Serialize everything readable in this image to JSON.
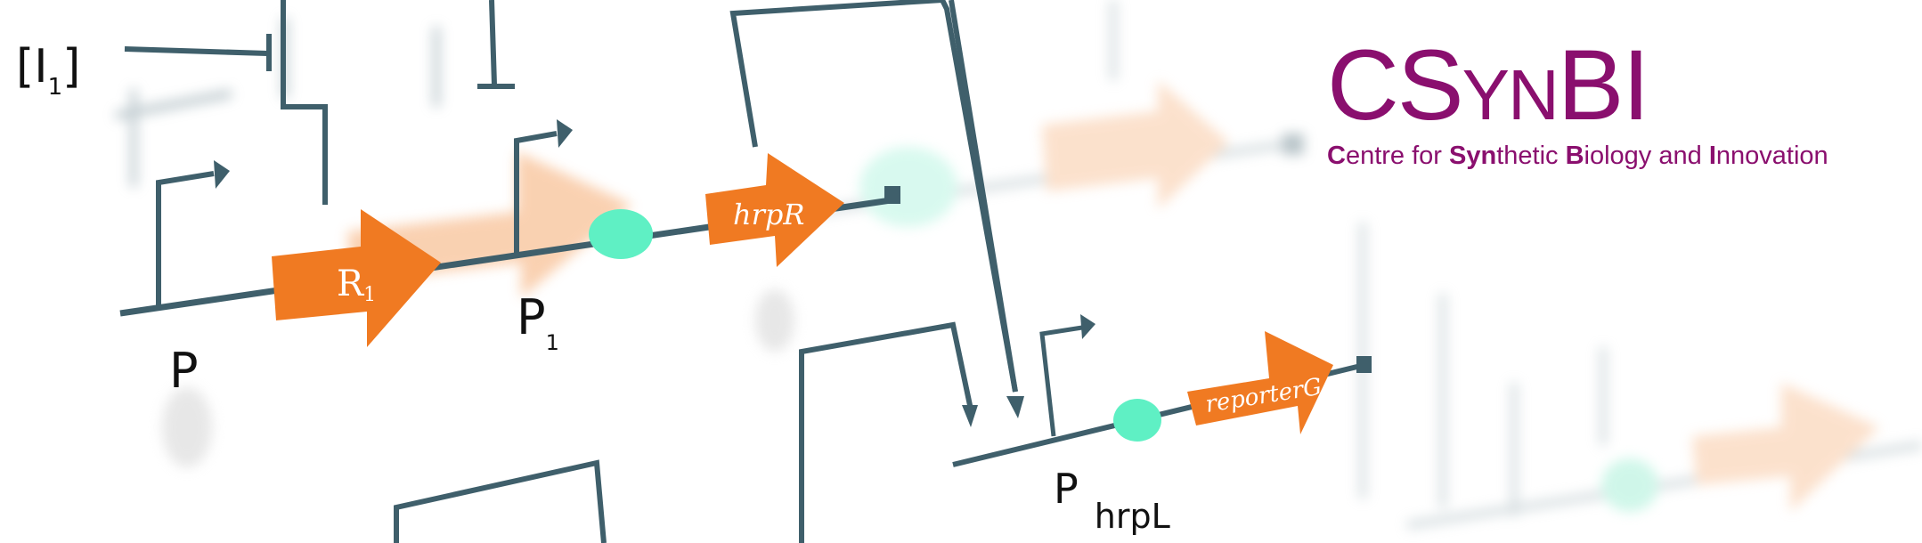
{
  "colors": {
    "backbone": "#3f5f6b",
    "gene_arrow": "#f07a22",
    "gene_arrow_faded": "#f9c9a4",
    "rbs": "#5ff0c4",
    "logo": "#8a0f6e"
  },
  "circuit": {
    "inducer_label": "[I",
    "inducer_sub": "1",
    "inducer_close": "]",
    "promoter_P": "P",
    "promoter_P1": "P",
    "promoter_P1_sub": "1",
    "promoter_PhrpL": "P",
    "promoter_PhrpL_sub": "hrpL",
    "gene_R1": "R",
    "gene_R1_sub": "1",
    "gene_hrpR": "hrpR",
    "gene_reporter": "reporterG"
  },
  "logo": {
    "title_C": "C",
    "title_S": "S",
    "title_YN": "YN",
    "title_BI": "BI",
    "sub_parts": [
      {
        "text": "C",
        "bold": true
      },
      {
        "text": "entre for ",
        "bold": false
      },
      {
        "text": "Syn",
        "bold": true
      },
      {
        "text": "thetic ",
        "bold": false
      },
      {
        "text": "B",
        "bold": true
      },
      {
        "text": "iology and ",
        "bold": false
      },
      {
        "text": "I",
        "bold": true
      },
      {
        "text": "nnovation",
        "bold": false
      }
    ]
  }
}
